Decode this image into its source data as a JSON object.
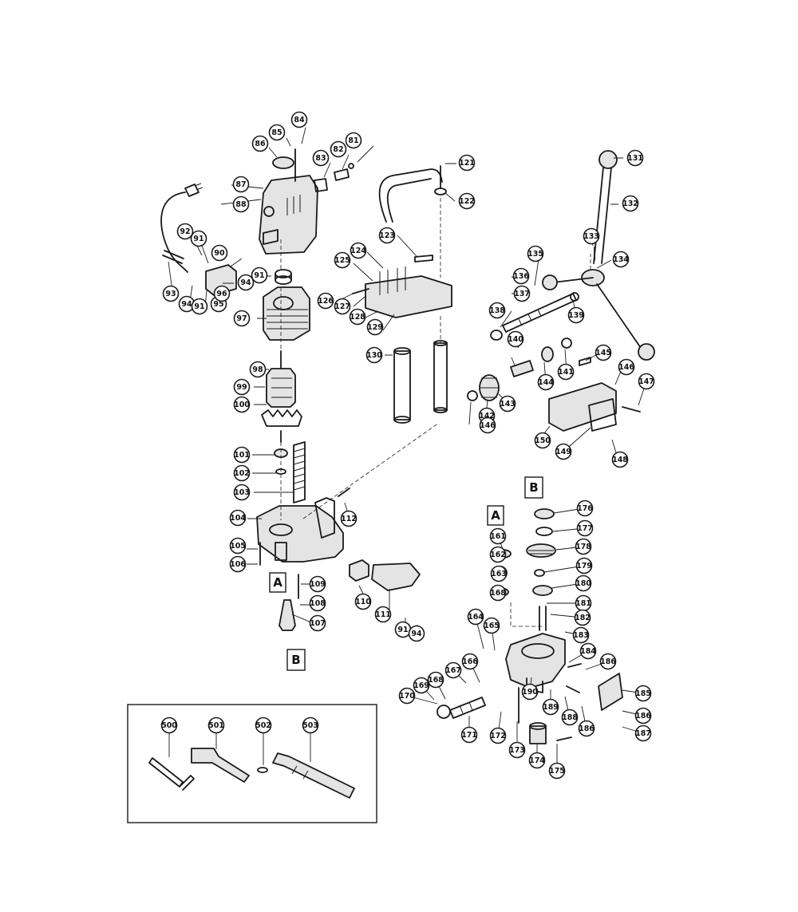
{
  "refs": [
    "A",
    "B"
  ],
  "parts": [
    "81",
    "82",
    "83",
    "84",
    "85",
    "86",
    "87",
    "88",
    "90",
    "91",
    "92",
    "93",
    "94",
    "95",
    "96",
    "97",
    "98",
    "99",
    "100",
    "101",
    "102",
    "103",
    "104",
    "105",
    "106",
    "107",
    "108",
    "109",
    "110",
    "111",
    "112",
    "121",
    "122",
    "123",
    "124",
    "125",
    "126",
    "127",
    "128",
    "129",
    "130",
    "131",
    "132",
    "133",
    "134",
    "135",
    "136",
    "137",
    "138",
    "139",
    "140",
    "141",
    "142",
    "143",
    "144",
    "145",
    "146",
    "147",
    "148",
    "149",
    "150",
    "161",
    "162",
    "163",
    "164",
    "165",
    "166",
    "167",
    "168",
    "169",
    "170",
    "171",
    "172",
    "173",
    "174",
    "175",
    "176",
    "177",
    "178",
    "179",
    "180",
    "181",
    "182",
    "183",
    "184",
    "185",
    "186",
    "187",
    "188",
    "189",
    "190",
    "500",
    "501",
    "502",
    "503"
  ]
}
